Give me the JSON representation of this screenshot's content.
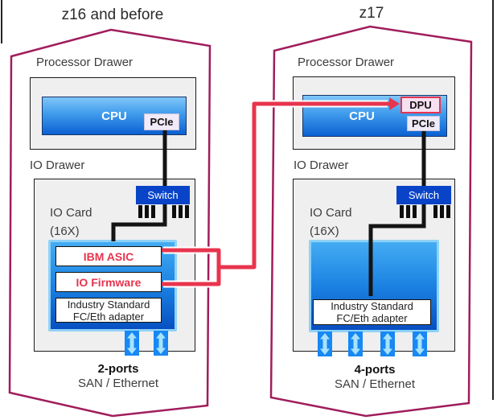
{
  "colors": {
    "enclosure_outline_magenta": "#A01D5C",
    "accent_red": "#E8344E",
    "switch_blue": "#0843C8",
    "cpu_gradient_top": "#7FC6F8",
    "cpu_gradient_bottom": "#0C60D2",
    "card_gradient_top": "#44ACF3",
    "card_gradient_bottom": "#0850C2",
    "card_border_blue": "#8FD2F7",
    "port_arrow_blue": "#1788F4",
    "dpu_fill_pink": "#F6DFF0",
    "pcie_fill_lavender": "#F1EBF9",
    "cable_black": "#141414"
  },
  "left": {
    "title": "z16 and before",
    "processor_drawer_label": "Processor Drawer",
    "cpu_label": "CPU",
    "pcie_label": "PCIe",
    "io_drawer_label": "IO Drawer",
    "switch_label": "Switch",
    "io_card_label_line1": "IO Card",
    "io_card_label_line2": "(16X)",
    "asic_label": "IBM ASIC",
    "firmware_label": "IO Firmware",
    "adapter_label_line1": "Industry Standard",
    "adapter_label_line2": "FC/Eth adapter",
    "ports_label": "2-ports",
    "ports_sublabel": "SAN / Ethernet"
  },
  "right": {
    "title": "z17",
    "processor_drawer_label": "Processor Drawer",
    "cpu_label": "CPU",
    "dpu_label": "DPU",
    "pcie_label": "PCIe",
    "io_drawer_label": "IO Drawer",
    "switch_label": "Switch",
    "io_card_label_line1": "IO Card",
    "io_card_label_line2": "(16X)",
    "adapter_label_line1": "Industry Standard",
    "adapter_label_line2": "FC/Eth adapter",
    "ports_label": "4-ports",
    "ports_sublabel": "SAN / Ethernet"
  }
}
